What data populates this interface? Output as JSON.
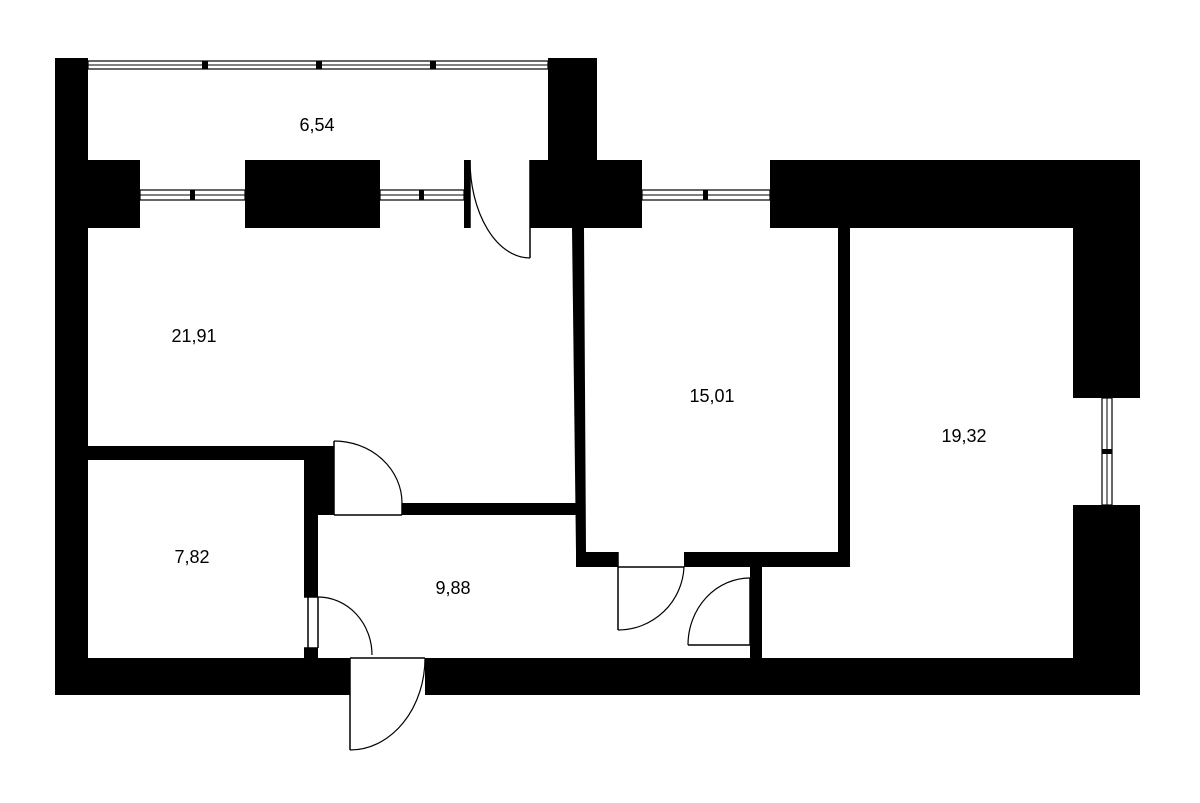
{
  "floor_plan": {
    "rooms": [
      {
        "id": "balcony",
        "area": "6,54"
      },
      {
        "id": "living-room",
        "area": "21,91"
      },
      {
        "id": "bedroom-middle",
        "area": "15,01"
      },
      {
        "id": "bedroom-right",
        "area": "19,32"
      },
      {
        "id": "bathroom",
        "area": "7,82"
      },
      {
        "id": "hallway",
        "area": "9,88"
      }
    ]
  }
}
